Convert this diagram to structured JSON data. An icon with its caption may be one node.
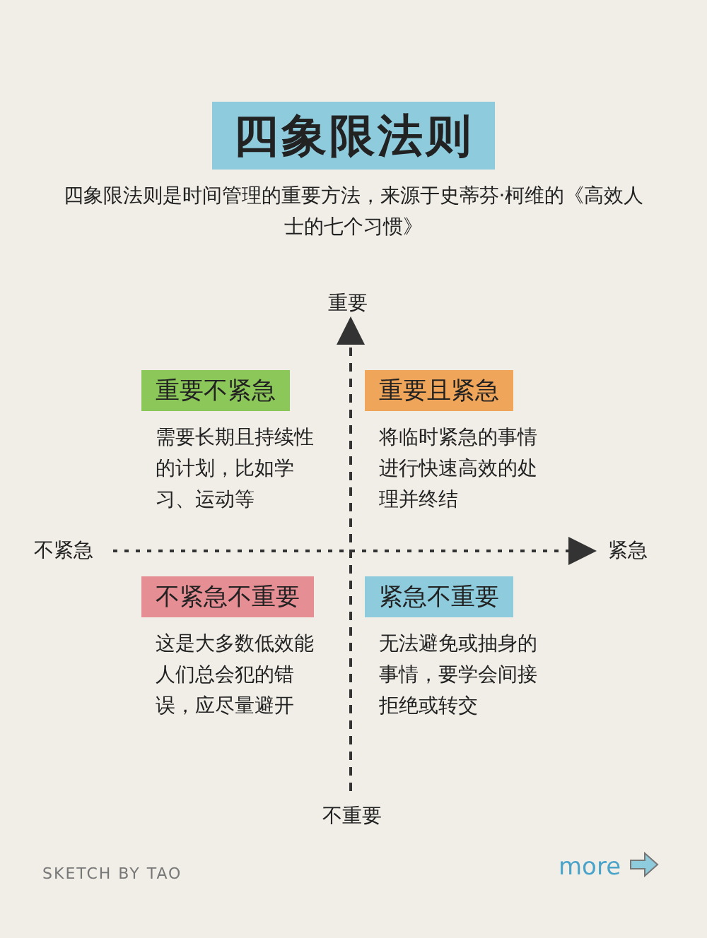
{
  "diagram": {
    "title": "四象限法则",
    "caption": "四象限法则是时间管理的重要方法，来源于史蒂芬·柯维的《高效人士的七个习惯》",
    "nodes": [
      {
        "text": [
          "重要不紧急",
          "需要长期且持续性的计划，比如学习、运动等"
        ]
      },
      {
        "text": [
          "重要且紧急",
          "将临时紧急的事情进行快速高效的处理并终结"
        ]
      },
      {
        "text": [
          "不紧急不重要",
          "这是大多数低效能人们总会犯的错误，应尽量避开"
        ]
      },
      {
        "text": [
          "紧急不重要",
          "无法避免或抽身的事情，要学会间接拒绝或转交"
        ]
      }
    ],
    "labels": [
      "重要",
      "不紧急",
      "紧急",
      "不重要",
      "SKETCH BY TAO",
      "more"
    ]
  }
}
